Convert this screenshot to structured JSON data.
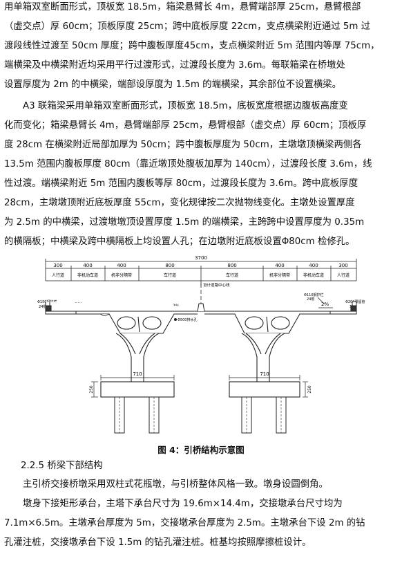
{
  "paragraph1": [
    "用单箱双室断面形式，顶板宽 18.5m，箱梁悬臂长 4m，悬臂端部厚 25cm，悬臂根部",
    "（虚交点）厚 60cm；顶板厚度 25cm；跨中底板厚度 22cm，支点横梁附近通过 5m 过",
    "渡段线性过渡至 50cm 厚度；跨中腹板厚度45cm，支点横梁附近 5m 范围内等厚 75cm，",
    "端横梁及中横梁附近均采用平行过渡形式，过渡段长度为 3.6m。每联箱梁在桥墩处",
    "设置厚度为 2m 的中横梁，端部设厚度为 1.5m  的端横梁，其余部位不设置横梁。"
  ],
  "paragraph2": [
    "A3 联箱梁采用单箱双室断面形式，顶板宽 18.5m，底板宽度根据边腹板高度变",
    "化而变化；箱梁悬臂长 4m，悬臂端部厚 25cm，悬臂根部（虚交点）厚 60cm；顶板厚",
    "度 28cm 在横梁附近局部加厚为 50cm；跨中腹板厚度为 50cm，主墩墩顶横梁两侧各",
    "13.5m 范围内腹板厚度 80cm（靠近墩顶处腹板加厚为 140cm），过渡段长度 3.6m，线",
    "性过渡。端横梁附近 5m 范围内腹板等厚 80cm，过渡段长度为 3.6m。跨中底板厚度",
    "28cm，主墩墩顶附近底板厚度 55cm，变化规律按二次抛物线变化。主墩处设置厚度",
    "为 2.5m 的中横梁，过渡墩墩顶设置厚度 1.5m 的端横梁，主跨跨中设置厚度为 0.35m",
    "的横隔板；中横梁及跨中横隔板上均设置人孔；在边墩附近底板设置Φ80cm 检修孔。"
  ],
  "figure": {
    "total_width": "3700",
    "dims": [
      "300",
      "400",
      "400",
      "800",
      "800",
      "400",
      "400",
      "300"
    ],
    "zones": [
      "人行道",
      "非机动车道",
      "机非分隔带",
      "车行道",
      "车行道",
      "机非分隔带",
      "非机动车道",
      "人行道"
    ],
    "center_label": "设计道路中心线",
    "slope_left": "2%",
    "slope_right": "2%",
    "slope_mid": "2%",
    "pipe_left": "Φ150钢护栏",
    "pipe_left_sub": "24根",
    "pipe_right": "Φ110钢护栏",
    "pipe_right_sub": "24根",
    "drain": "Φ500排水孔",
    "pipe_far_right": "Φ200预留管",
    "pipe_far_right_sub": "1根",
    "cap_width": "710",
    "cap_height": "250",
    "caption": "图 4：引桥结构示意图"
  },
  "section_heading": "2.2.5 桥梁下部结构",
  "paragraph3": [
    "主引桥交接桥墩采用双柱式花瓶墩，与引桥整体风格一致。墩身设圆倒角。",
    "墩身下接矩形承台，主塔下承台尺寸为  19.6m×14.4m，交接墩承台尺寸均为",
    "7.1m×6.5m。主墩承台厚度为 5m，交接墩承台厚度为 2.5m。主墩承台下设 2m 的钻",
    "孔灌注桩，交接墩承台下设 1.5m 的钻孔灌注桩。桩基均按照摩擦桩设计。"
  ]
}
